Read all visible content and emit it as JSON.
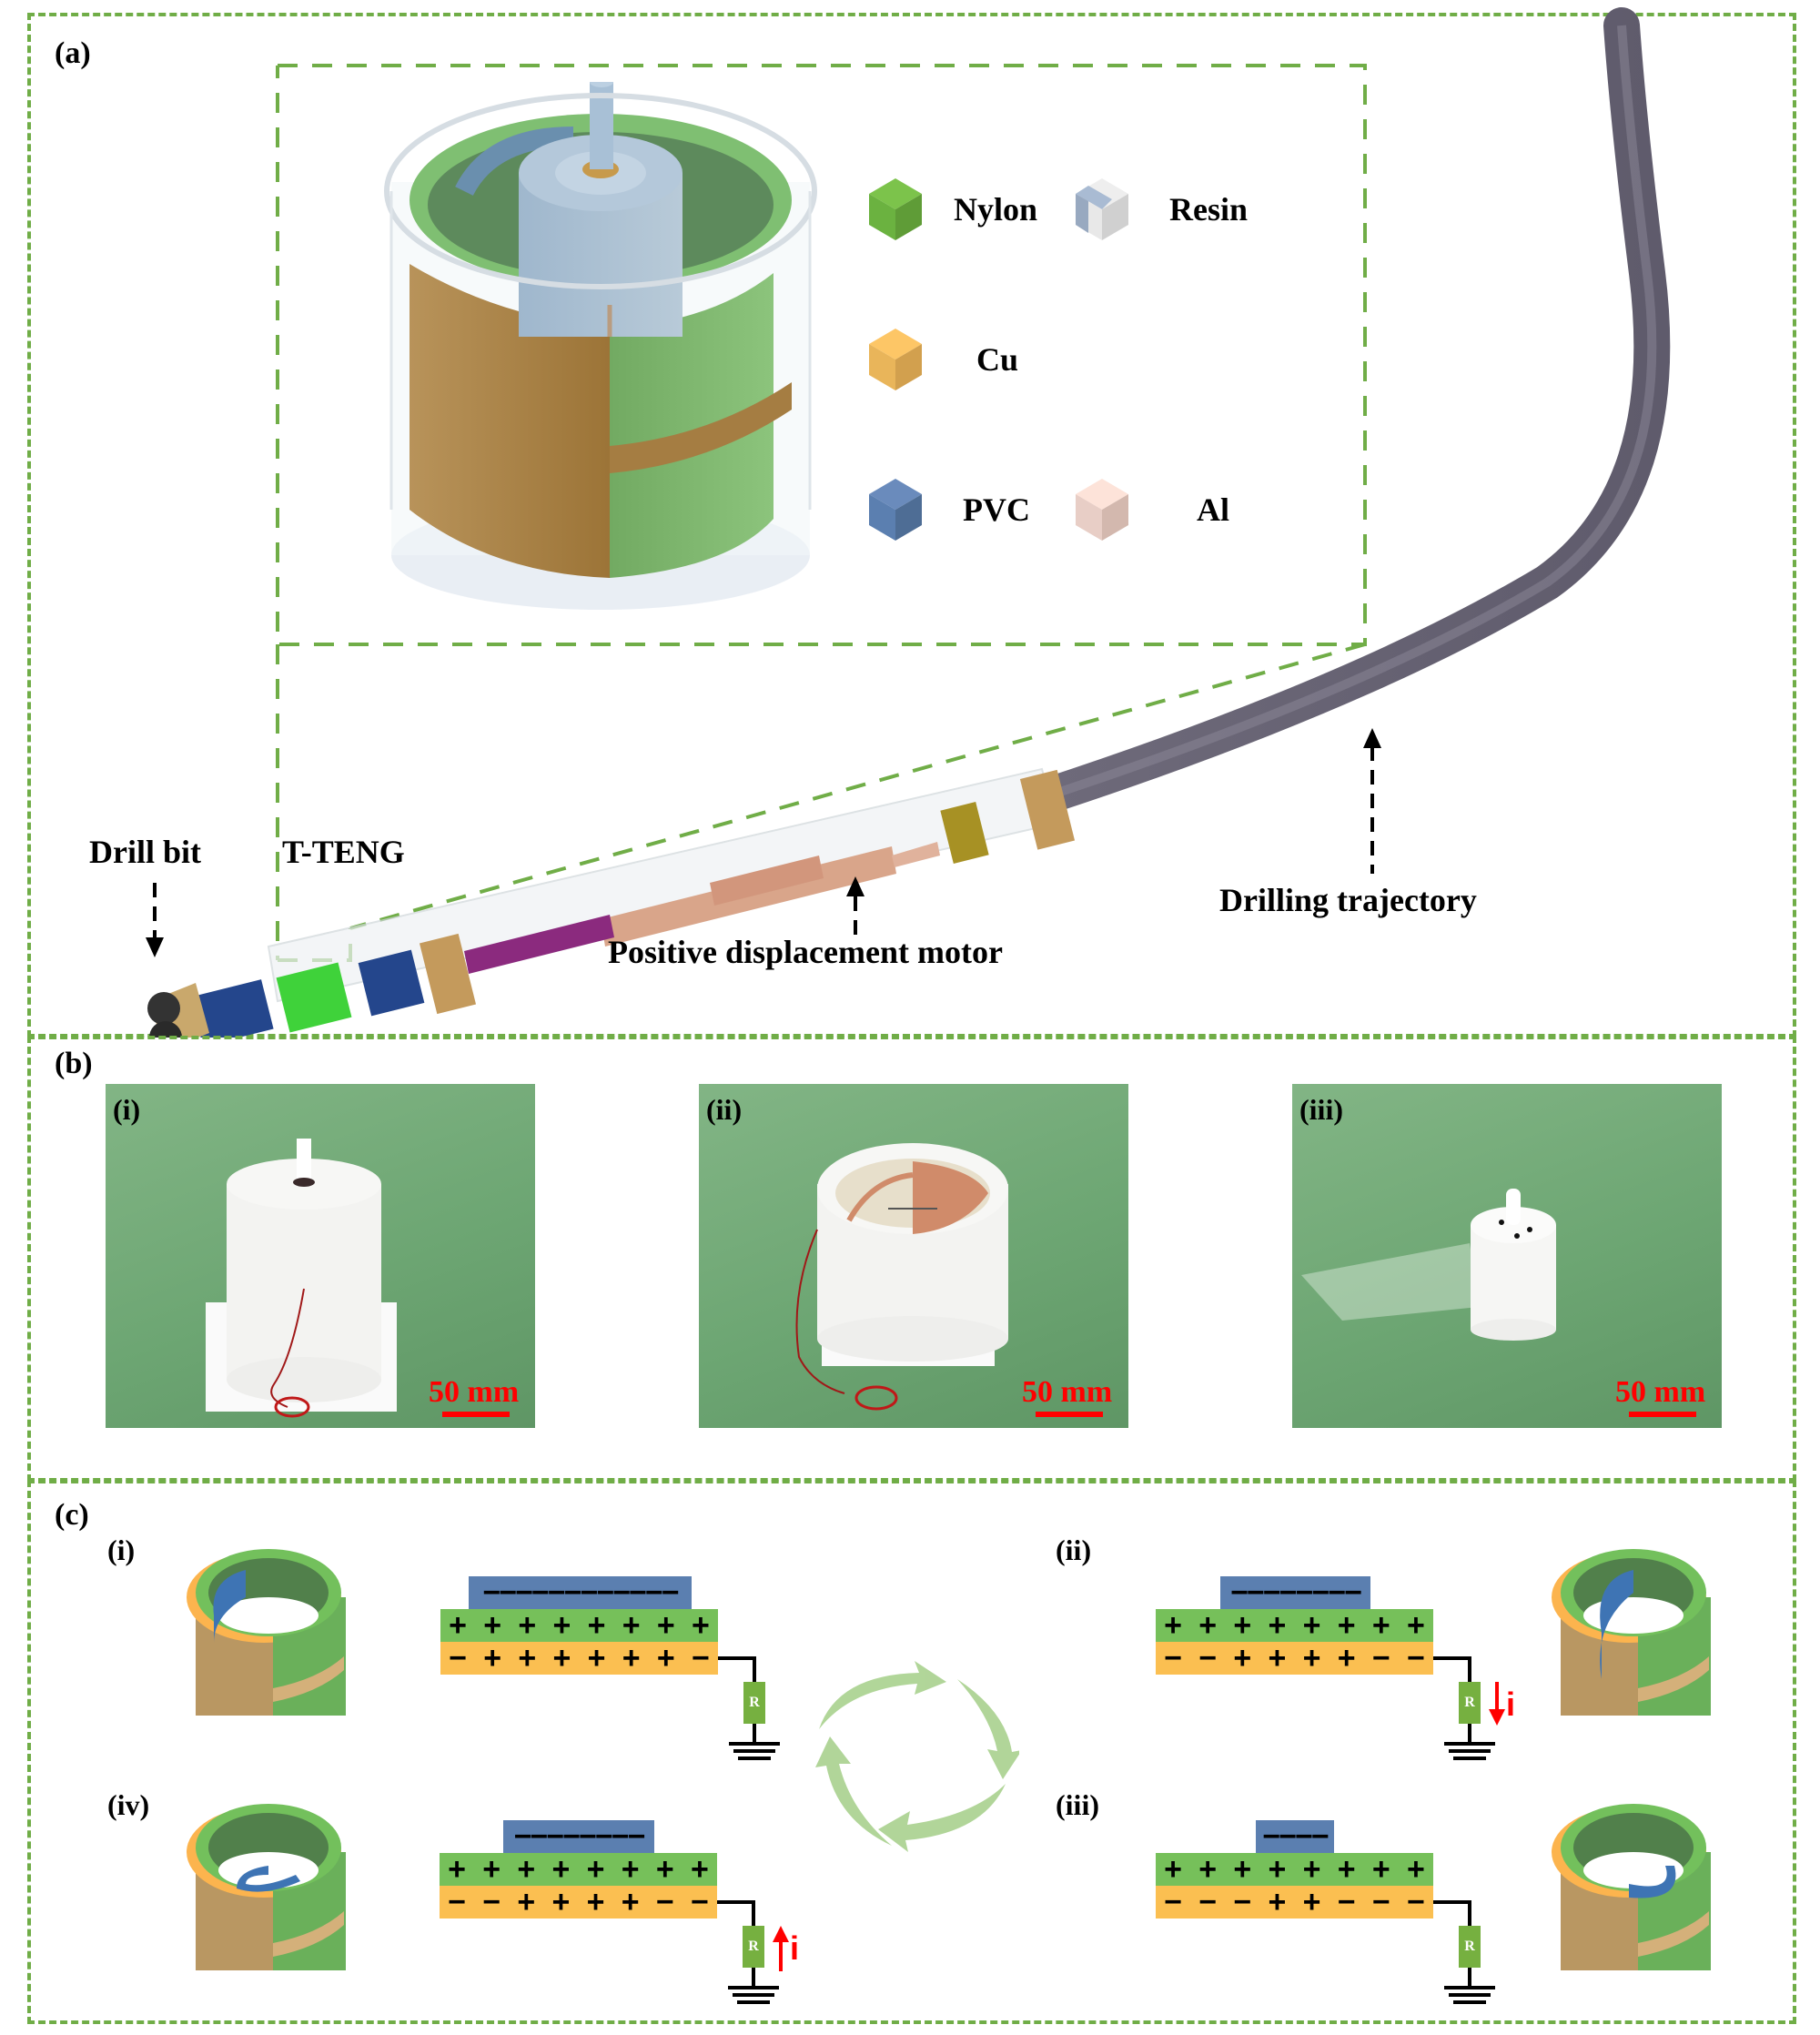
{
  "figure": {
    "panels": {
      "a": {
        "label": "(a)"
      },
      "b": {
        "label": "(b)"
      },
      "c": {
        "label": "(c)"
      }
    },
    "legend": [
      {
        "name": "Nylon",
        "color": "#6bb240",
        "top": "#7cc34b",
        "side": "#5f9c37"
      },
      {
        "name": "Resin",
        "color": "#dcdcdc",
        "top": "#a9bbd3",
        "side": "#d0d0d0"
      },
      {
        "name": "Cu",
        "color": "#e9b55a",
        "top": "#fdc666",
        "side": "#d2a04e"
      },
      {
        "name": "PVC",
        "color": "#5b7fb0",
        "top": "#6a8bbc",
        "side": "#4e6d95"
      },
      {
        "name": "Al",
        "color": "#e8cec6",
        "top": "#fde3d9",
        "side": "#d3b8ae"
      }
    ],
    "callouts": {
      "drill_bit": "Drill bit",
      "tteng": "T-TENG",
      "motor": "Positive displacement motor",
      "trajectory": "Drilling trajectory"
    },
    "photos": [
      {
        "label": "(i)",
        "scale": "50 mm"
      },
      {
        "label": "(ii)",
        "scale": "50 mm"
      },
      {
        "label": "(iii)",
        "scale": "50 mm"
      }
    ],
    "states": [
      {
        "label": "(i)",
        "pvc": "−−−−−−−−−−−−",
        "nylon": [
          "+",
          "+",
          "+",
          "+",
          "+",
          "+",
          "+",
          "+"
        ],
        "cu": [
          "−",
          "+",
          "+",
          "+",
          "+",
          "+",
          "+",
          "−"
        ],
        "resistor": "R",
        "current": "",
        "current_dir": "none"
      },
      {
        "label": "(ii)",
        "pvc": "−−−−−−−−",
        "nylon": [
          "+",
          "+",
          "+",
          "+",
          "+",
          "+",
          "+",
          "+"
        ],
        "cu": [
          "−",
          "−",
          "+",
          "+",
          "+",
          "+",
          "−",
          "−"
        ],
        "resistor": "R",
        "current": "i",
        "current_dir": "down"
      },
      {
        "label": "(iii)",
        "pvc": "−−−−",
        "nylon": [
          "+",
          "+",
          "+",
          "+",
          "+",
          "+",
          "+",
          "+"
        ],
        "cu": [
          "−",
          "−",
          "−",
          "+",
          "+",
          "−",
          "−",
          "−"
        ],
        "resistor": "R",
        "current": "",
        "current_dir": "none"
      },
      {
        "label": "(iv)",
        "pvc": "−−−−−−−−",
        "nylon": [
          "+",
          "+",
          "+",
          "+",
          "+",
          "+",
          "+",
          "+"
        ],
        "cu": [
          "−",
          "−",
          "+",
          "+",
          "+",
          "+",
          "−",
          "−"
        ],
        "resistor": "R",
        "current": "i",
        "current_dir": "up"
      }
    ]
  }
}
